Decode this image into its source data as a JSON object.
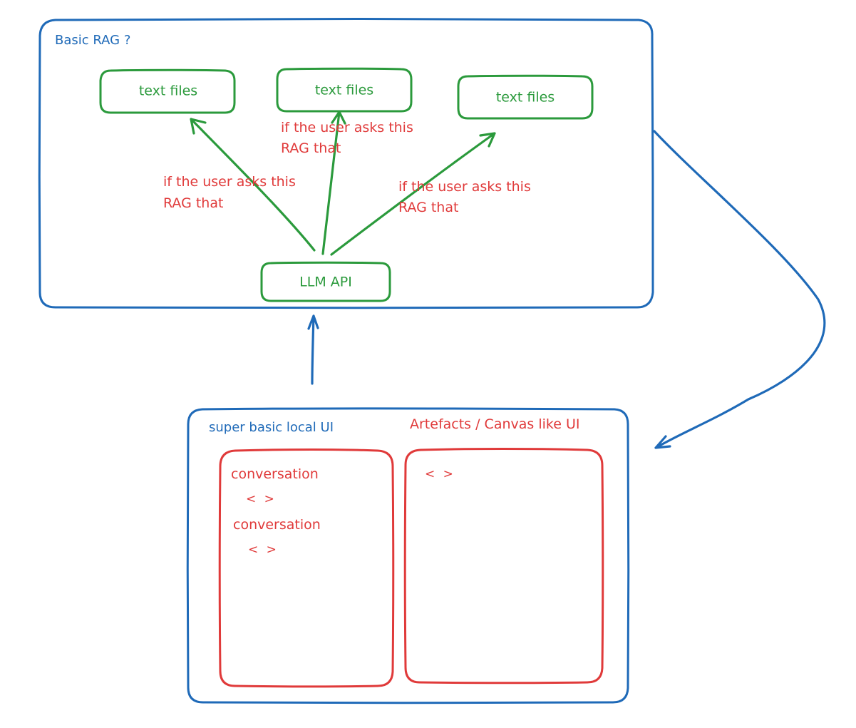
{
  "rag_frame": {
    "title": "Basic RAG ?"
  },
  "text_files": [
    "text files",
    "text files",
    "text files"
  ],
  "llm_api": {
    "label": "LLM API"
  },
  "annotations": [
    {
      "line1": "if the user asks this",
      "line2": "RAG that"
    },
    {
      "line1": "if the user asks this",
      "line2": "RAG that"
    },
    {
      "line1": "if the user asks this",
      "line2": "RAG that"
    }
  ],
  "ui_frame": {
    "title": "super basic local UI",
    "artefacts_title": "Artefacts / Canvas like UI",
    "conversation_items": [
      {
        "label": "conversation",
        "code": "< >"
      },
      {
        "label": "conversation",
        "code": "< >"
      }
    ],
    "artefact_code": "< >"
  },
  "colors": {
    "blue": "#1f6ab8",
    "green": "#2b9a3c",
    "red": "#e03a3a"
  }
}
